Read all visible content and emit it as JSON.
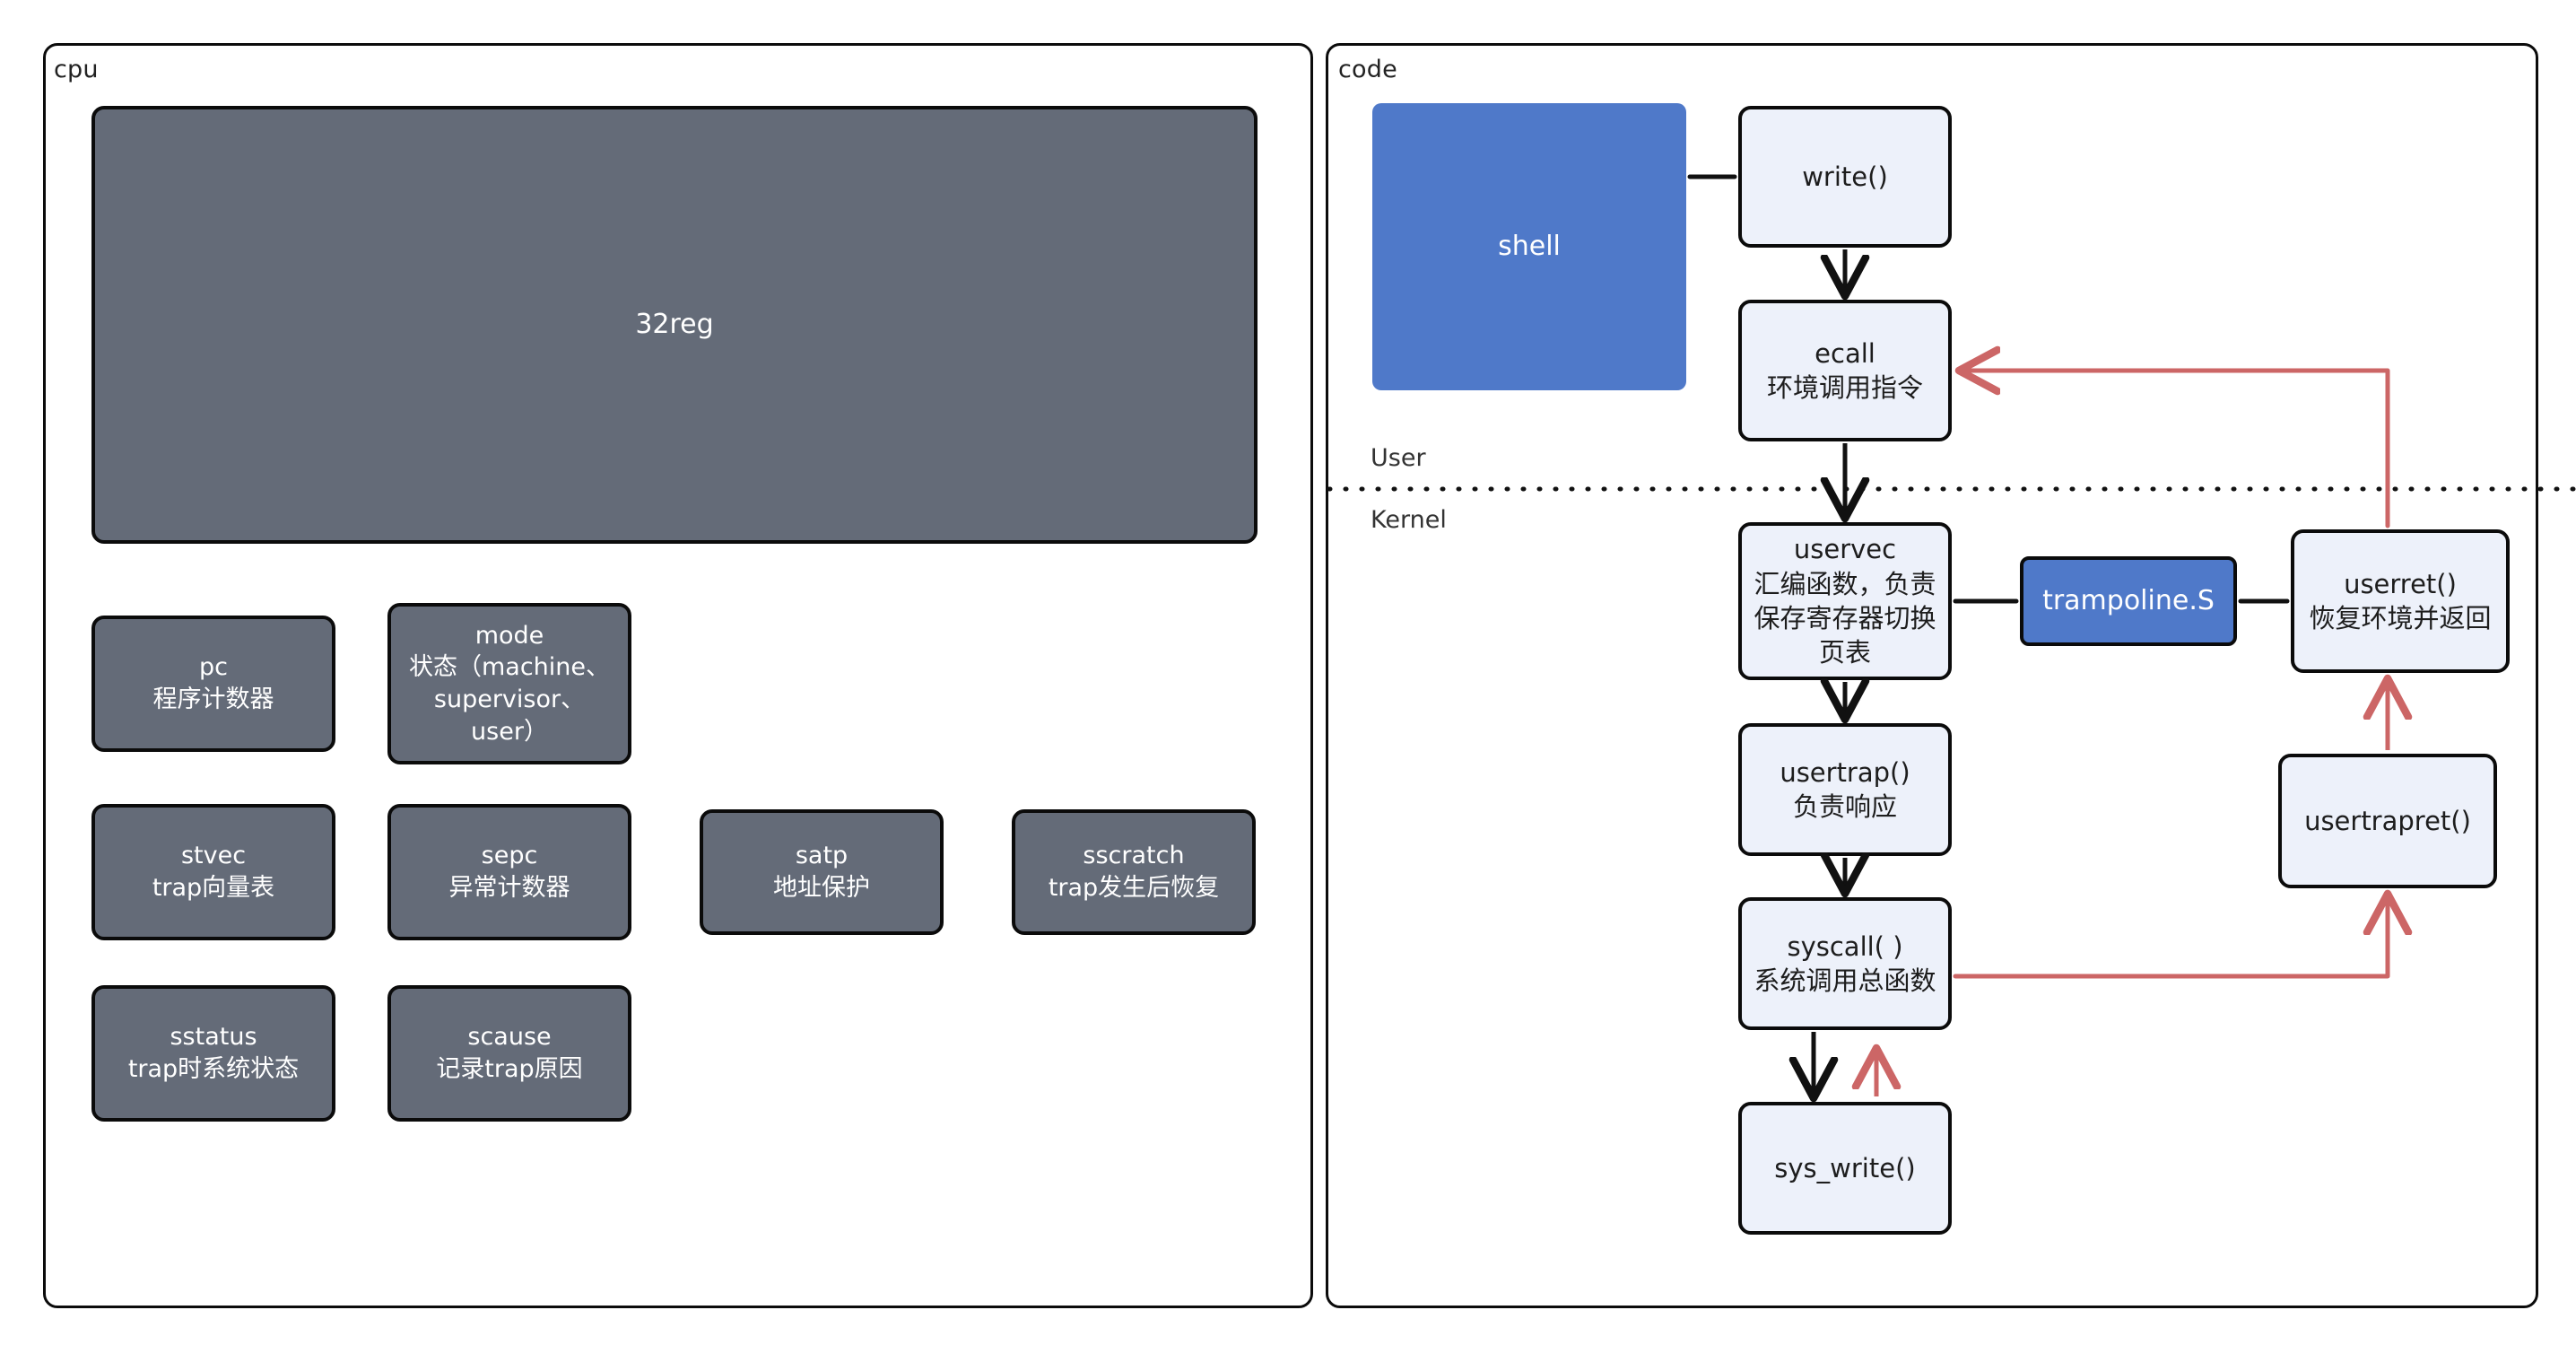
{
  "colors": {
    "gray_fill": "#646b78",
    "blue_fill": "#4f79c9",
    "pale_fill": "#edf1fa",
    "stroke": "#0b0b0b",
    "red_arrow": "#cc6666",
    "black_arrow": "#111111",
    "page_bg": "#ffffff"
  },
  "panels": {
    "cpu": {
      "title": "cpu"
    },
    "code": {
      "title": "code"
    }
  },
  "cpu": {
    "registers_block": {
      "label": "32reg"
    },
    "boxes": [
      {
        "id": "pc",
        "line1": "pc",
        "line2": "程序计数器",
        "line3": "",
        "line4": ""
      },
      {
        "id": "mode",
        "line1": "mode",
        "line2": "状态（machine、",
        "line3": "supervisor、",
        "line4": "user）"
      },
      {
        "id": "stvec",
        "line1": "stvec",
        "line2": "trap向量表",
        "line3": "",
        "line4": ""
      },
      {
        "id": "sepc",
        "line1": "sepc",
        "line2": "异常计数器",
        "line3": "",
        "line4": ""
      },
      {
        "id": "satp",
        "line1": "satp",
        "line2": "地址保护",
        "line3": "",
        "line4": ""
      },
      {
        "id": "sscratch",
        "line1": "sscratch",
        "line2": "trap发生后恢复",
        "line3": "",
        "line4": ""
      },
      {
        "id": "sstatus",
        "line1": "sstatus",
        "line2": "trap时系统状态",
        "line3": "",
        "line4": ""
      },
      {
        "id": "scause",
        "line1": "scause",
        "line2": "记录trap原因",
        "line3": "",
        "line4": ""
      }
    ]
  },
  "code": {
    "lanes": {
      "user": "User",
      "kernel": "Kernel"
    },
    "boxes": [
      {
        "id": "shell",
        "line1": "shell",
        "line2": "",
        "line3": "",
        "line4": ""
      },
      {
        "id": "write",
        "line1": "write()",
        "line2": "",
        "line3": "",
        "line4": ""
      },
      {
        "id": "ecall",
        "line1": "ecall",
        "line2": "环境调用指令",
        "line3": "",
        "line4": ""
      },
      {
        "id": "uservec",
        "line1": "uservec",
        "line2": "汇编函数，负责",
        "line3": "保存寄存器切换",
        "line4": "页表"
      },
      {
        "id": "trampoline",
        "line1": "trampoline.S",
        "line2": "",
        "line3": "",
        "line4": ""
      },
      {
        "id": "userret",
        "line1": "userret()",
        "line2": "恢复环境并返回",
        "line3": "",
        "line4": ""
      },
      {
        "id": "usertrap",
        "line1": "usertrap()",
        "line2": "负责响应",
        "line3": "",
        "line4": ""
      },
      {
        "id": "usertrapret",
        "line1": "usertrapret()",
        "line2": "",
        "line3": "",
        "line4": ""
      },
      {
        "id": "syscall",
        "line1": "syscall( )",
        "line2": "系统调用总函数",
        "line3": "",
        "line4": ""
      },
      {
        "id": "sys_write",
        "line1": "sys_write()",
        "line2": "",
        "line3": "",
        "line4": ""
      }
    ]
  },
  "chart_data": {
    "type": "diagram",
    "title": "RISC-V xv6 trap / syscall flow",
    "nodes": [
      {
        "id": "shell",
        "label": "shell",
        "group": "code",
        "style": "blue"
      },
      {
        "id": "write",
        "label": "write()",
        "group": "code",
        "style": "pale"
      },
      {
        "id": "ecall",
        "label": "ecall 环境调用指令",
        "group": "code",
        "style": "pale"
      },
      {
        "id": "uservec",
        "label": "uservec 汇编函数，负责保存寄存器切换页表",
        "group": "code",
        "style": "pale"
      },
      {
        "id": "trampoline",
        "label": "trampoline.S",
        "group": "code",
        "style": "blue"
      },
      {
        "id": "userret",
        "label": "userret() 恢复环境并返回",
        "group": "code",
        "style": "pale"
      },
      {
        "id": "usertrap",
        "label": "usertrap() 负责响应",
        "group": "code",
        "style": "pale"
      },
      {
        "id": "usertrapret",
        "label": "usertrapret()",
        "group": "code",
        "style": "pale"
      },
      {
        "id": "syscall",
        "label": "syscall( ) 系统调用总函数",
        "group": "code",
        "style": "pale"
      },
      {
        "id": "sys_write",
        "label": "sys_write()",
        "group": "code",
        "style": "pale"
      },
      {
        "id": "32reg",
        "label": "32reg",
        "group": "cpu",
        "style": "gray"
      },
      {
        "id": "pc",
        "label": "pc 程序计数器",
        "group": "cpu",
        "style": "gray"
      },
      {
        "id": "mode",
        "label": "mode 状态（machine、supervisor、user）",
        "group": "cpu",
        "style": "gray"
      },
      {
        "id": "stvec",
        "label": "stvec trap向量表",
        "group": "cpu",
        "style": "gray"
      },
      {
        "id": "sepc",
        "label": "sepc 异常计数器",
        "group": "cpu",
        "style": "gray"
      },
      {
        "id": "satp",
        "label": "satp 地址保护",
        "group": "cpu",
        "style": "gray"
      },
      {
        "id": "sscratch",
        "label": "sscratch trap发生后恢复",
        "group": "cpu",
        "style": "gray"
      },
      {
        "id": "sstatus",
        "label": "sstatus trap时系统状态",
        "group": "cpu",
        "style": "gray"
      },
      {
        "id": "scause",
        "label": "scause 记录trap原因",
        "group": "cpu",
        "style": "gray"
      }
    ],
    "edges": [
      {
        "from": "shell",
        "to": "write",
        "style": "plain-black"
      },
      {
        "from": "write",
        "to": "ecall",
        "style": "arrow-black"
      },
      {
        "from": "ecall",
        "to": "uservec",
        "style": "arrow-black"
      },
      {
        "from": "uservec",
        "to": "usertrap",
        "style": "arrow-black"
      },
      {
        "from": "usertrap",
        "to": "syscall",
        "style": "arrow-black"
      },
      {
        "from": "syscall",
        "to": "sys_write",
        "style": "arrow-black"
      },
      {
        "from": "sys_write",
        "to": "syscall",
        "style": "arrow-red"
      },
      {
        "from": "syscall",
        "to": "usertrapret",
        "style": "arrow-red"
      },
      {
        "from": "usertrapret",
        "to": "userret",
        "style": "arrow-red"
      },
      {
        "from": "userret",
        "to": "ecall",
        "style": "arrow-red"
      },
      {
        "from": "uservec",
        "to": "trampoline",
        "style": "plain-black"
      },
      {
        "from": "trampoline",
        "to": "userret",
        "style": "plain-black"
      }
    ],
    "lanes": [
      "User",
      "Kernel"
    ]
  }
}
